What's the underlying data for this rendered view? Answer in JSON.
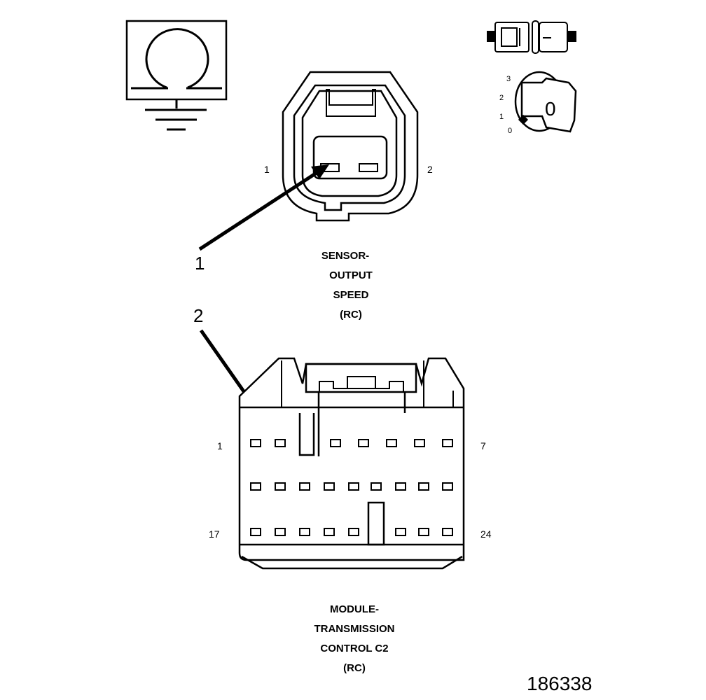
{
  "ohmmeter_icon": {
    "icon": "ohm-ground-icon",
    "symbol": "Ω"
  },
  "ignition_icon": {
    "icon": "ignition-key-icon",
    "positions": [
      "3",
      "2",
      "1",
      "0"
    ],
    "key_label": "0"
  },
  "connector_icon": {
    "icon": "connector-unplugged-icon"
  },
  "sensor_connector": {
    "pin_left": "1",
    "pin_right": "2",
    "caption_lines": [
      "SENSOR-",
      "OUTPUT",
      "SPEED",
      "(RC)"
    ]
  },
  "module_connector": {
    "pin_top_left": "1",
    "pin_top_right": "7",
    "pin_bottom_left": "17",
    "pin_bottom_right": "24",
    "caption_lines": [
      "MODULE-",
      "TRANSMISSION",
      "CONTROL C2",
      "(RC)"
    ]
  },
  "callouts": [
    "1",
    "2"
  ],
  "figure_number": "186338"
}
